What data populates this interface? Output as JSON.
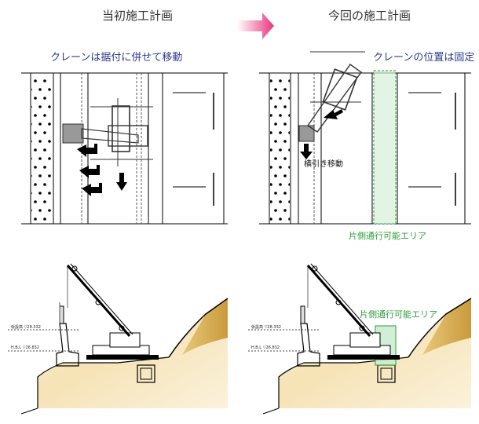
{
  "left_panel": {
    "title": "当初施工計画",
    "subtitle": "クレーンは据付に併せて移動",
    "elevation_top": "仮設高 ▽28.332",
    "elevation_bottom": "H.B.L ▽26.832"
  },
  "right_panel": {
    "title": "今回の施工計画",
    "subtitle": "クレーンの位置は固定",
    "traverse_label": "横引き移動",
    "passable_area_plan": "片側通行可能エリア",
    "passable_area_section": "片側通行可能エリア",
    "elevation_top": "仮設高 ▽28.332",
    "elevation_bottom": "H.B.L ▽26.832"
  },
  "colors": {
    "arrow_gradient_from": "#ffffff",
    "arrow_gradient_to": "#e8357c",
    "subtitle": "#2b3c8c",
    "green_area": "#2f9d3a",
    "ground": "#c99a3c",
    "crane_member": "#333333",
    "load": "#999999"
  },
  "icons": [
    "transition-arrow-icon",
    "move-arrow-icon",
    "crane-icon"
  ]
}
